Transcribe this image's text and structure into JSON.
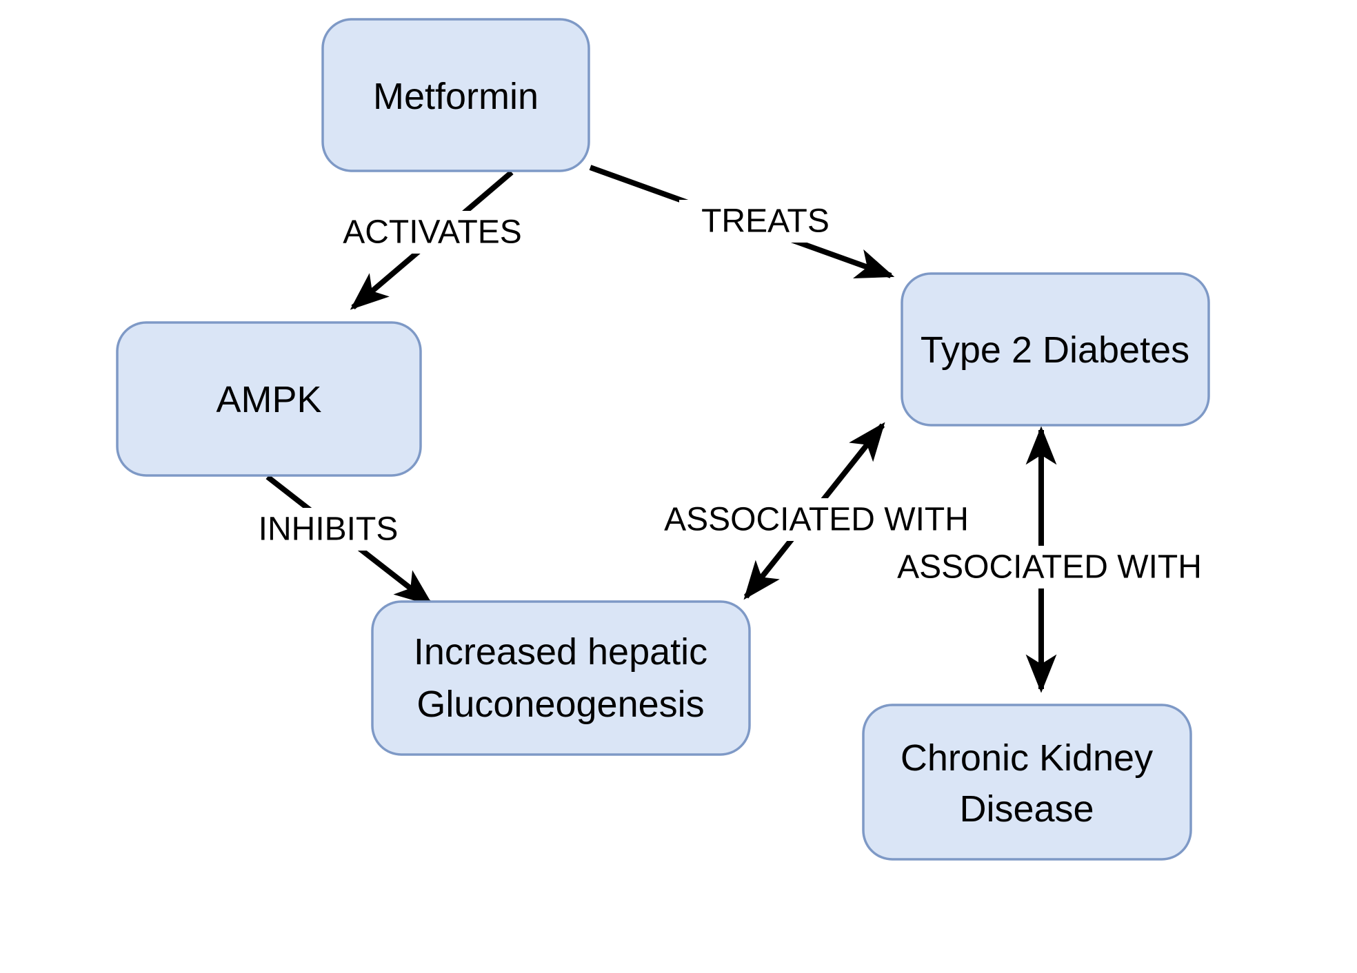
{
  "diagram": {
    "nodes": {
      "metformin": {
        "label": "Metformin"
      },
      "ampk": {
        "label": "AMPK"
      },
      "increased_hepatic_gluconeogenesis": {
        "lines": [
          "Increased hepatic",
          "Gluconeogenesis"
        ]
      },
      "type_2_diabetes": {
        "label": "Type 2 Diabetes"
      },
      "chronic_kidney_disease": {
        "lines": [
          "Chronic Kidney",
          "Disease"
        ]
      }
    },
    "edges": [
      {
        "from": "Metformin",
        "to": "AMPK",
        "label": "ACTIVATES",
        "direction": "one-way"
      },
      {
        "from": "Metformin",
        "to": "Type 2 Diabetes",
        "label": "TREATS",
        "direction": "one-way"
      },
      {
        "from": "AMPK",
        "to": "Increased hepatic Gluconeogenesis",
        "label": "INHIBITS",
        "direction": "one-way"
      },
      {
        "from": "Increased hepatic Gluconeogenesis",
        "to": "Type 2 Diabetes",
        "label": "ASSOCIATED WITH",
        "direction": "two-way"
      },
      {
        "from": "Type 2 Diabetes",
        "to": "Chronic Kidney Disease",
        "label": "ASSOCIATED WITH",
        "direction": "two-way"
      }
    ],
    "colors": {
      "node_fill": "#dae5f6",
      "node_border": "#7e99c6",
      "arrow": "#000000",
      "label_text": "#000000",
      "background": "#ffffff"
    }
  }
}
